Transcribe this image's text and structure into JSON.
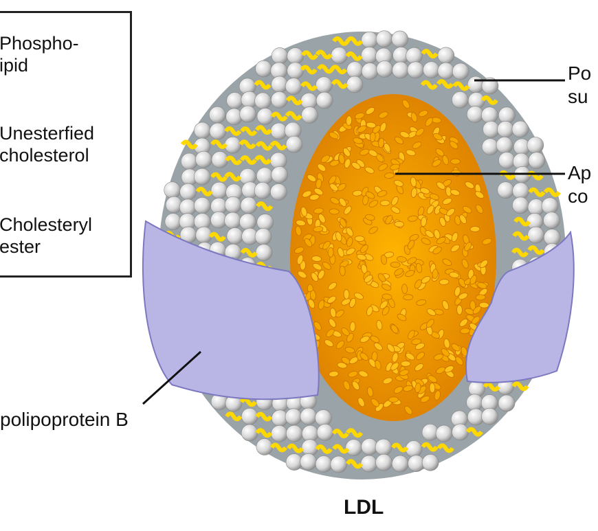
{
  "legend": {
    "items": [
      {
        "line1": "Phospho-",
        "line2": "ipid"
      },
      {
        "line1": "Unesterfied",
        "line2": "cholesterol"
      },
      {
        "line1": "Cholesteryl",
        "line2": "ester"
      }
    ]
  },
  "labels": {
    "polar_surface": {
      "line1": "Po",
      "line2": "su"
    },
    "apolar_core": {
      "line1": "Ap",
      "line2": "co"
    },
    "apolipoprotein": "polipoprotein B"
  },
  "title": "LDL",
  "colors": {
    "phospholipid": "#d8d8d8",
    "core": "#f0a000",
    "cholesterol": "#ffd800",
    "protein": "#b9b6e6",
    "gap": "#9aa3a8"
  }
}
